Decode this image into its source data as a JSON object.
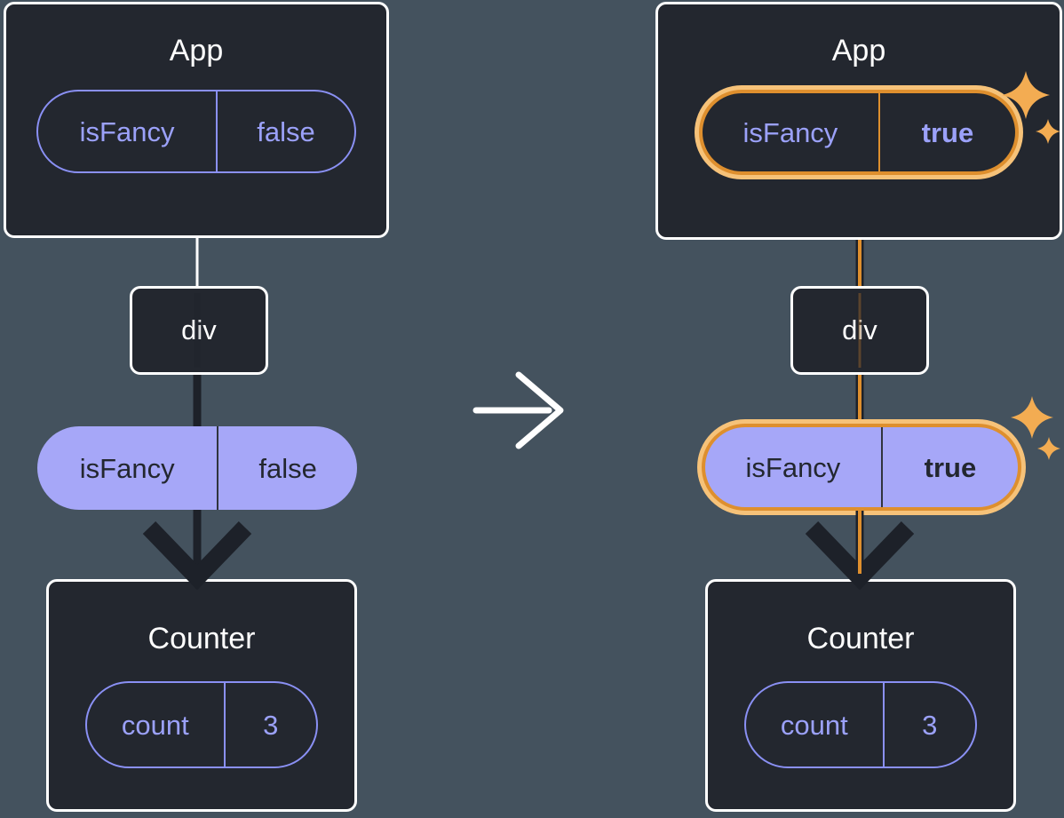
{
  "left": {
    "app_title": "App",
    "app_pill": {
      "label": "isFancy",
      "value": "false"
    },
    "div_label": "div",
    "state_pill": {
      "label": "isFancy",
      "value": "false"
    },
    "counter_title": "Counter",
    "counter_pill": {
      "label": "count",
      "value": "3"
    }
  },
  "right": {
    "app_title": "App",
    "app_pill": {
      "label": "isFancy",
      "value": "true"
    },
    "div_label": "div",
    "state_pill": {
      "label": "isFancy",
      "value": "true"
    },
    "counter_title": "Counter",
    "counter_pill": {
      "label": "count",
      "value": "3"
    }
  },
  "colors": {
    "background": "#44525E",
    "box": "#23272F",
    "purple": "#8A90F4",
    "purple_text": "#9BA1F9",
    "purple_fill": "#A6A7F8",
    "orange": "#DE8F2E",
    "orange_light": "#F6C279",
    "dark_line": "#1D2129",
    "sparkle": "#F3AC52"
  }
}
